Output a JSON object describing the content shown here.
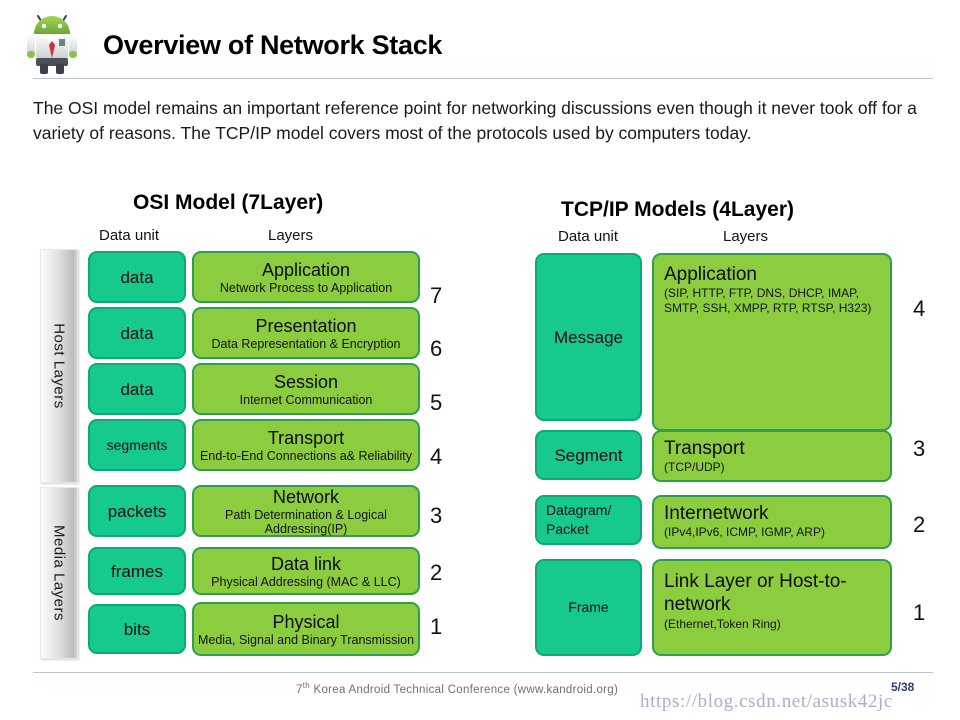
{
  "header": {
    "title": "Overview of Network Stack",
    "logo_name": "android-mascot-logo"
  },
  "intro": {
    "text": "The OSI model remains an important reference point for networking discussions even though it never took off for a variety of reasons. The TCP/IP model covers most of the protocols used by computers today."
  },
  "osi": {
    "title": "OSI Model (7Layer)",
    "head_unit": "Data unit",
    "head_layers": "Layers",
    "groups": [
      {
        "label": "Host  Layers"
      },
      {
        "label": "Media  Layers"
      }
    ],
    "rows": [
      {
        "unit": "data",
        "layer": "Application",
        "sub": "Network Process to Application",
        "num": "7"
      },
      {
        "unit": "data",
        "layer": "Presentation",
        "sub": "Data Representation & Encryption",
        "num": "6"
      },
      {
        "unit": "data",
        "layer": "Session",
        "sub": "Internet Communication",
        "num": "5"
      },
      {
        "unit": "segments",
        "layer": "Transport",
        "sub": "End-to-End Connections a& Reliability",
        "num": "4"
      },
      {
        "unit": "packets",
        "layer": "Network",
        "sub": "Path Determination & Logical Addressing(IP)",
        "num": "3"
      },
      {
        "unit": "frames",
        "layer": "Data link",
        "sub": "Physical Addressing (MAC & LLC)",
        "num": "2"
      },
      {
        "unit": "bits",
        "layer": "Physical",
        "sub": "Media, Signal and Binary Transmission",
        "num": "1"
      }
    ]
  },
  "tcp": {
    "title": "TCP/IP Models (4Layer)",
    "head_unit": "Data unit",
    "head_layers": "Layers",
    "rows": [
      {
        "unit": "Message",
        "layer": "Application",
        "sub": "(SIP, HTTP, FTP, DNS, DHCP, IMAP, SMTP, SSH, XMPP, RTP, RTSP, H323)",
        "num": "4"
      },
      {
        "unit": "Segment",
        "layer": "Transport",
        "sub": "(TCP/UDP)",
        "num": "3"
      },
      {
        "unit": "Datagram/ Packet",
        "layer": "Internetwork",
        "sub": "(IPv4,IPv6, ICMP, IGMP, ARP)",
        "num": "2"
      },
      {
        "unit": "Frame",
        "layer": "Link Layer or Host-to-network",
        "sub": "(Ethernet,Token  Ring)",
        "num": "1"
      }
    ]
  },
  "footer": {
    "conference_prefix": "7",
    "conference_sup": "th",
    "conference_text": " Korea Android Technical Conference (www.kandroid.org)",
    "page_number": "5/38",
    "watermark": "https://blog.csdn.net/asusk42jc"
  },
  "colors": {
    "data_unit_fill": "#16c98c",
    "data_unit_border": "#0fa876",
    "layer_fill": "#8ccd3f",
    "layer_border": "#2f9e4f",
    "rule": "#b9c6cc",
    "page_number": "#2b3a8f"
  }
}
